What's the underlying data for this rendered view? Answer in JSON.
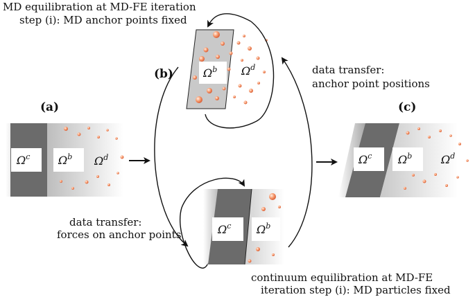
{
  "captions": {
    "md_step_line1": "MD equilibration at MD-FE iteration",
    "md_step_line2": "step (i): MD anchor points fixed",
    "transfer_positions_line1": "data transfer:",
    "transfer_positions_line2": "anchor point positions",
    "transfer_forces_line1": "data transfer:",
    "transfer_forces_line2": "forces on anchor points",
    "continuum_step_line1": "continuum equilibration at MD-FE",
    "continuum_step_line2": "iteration step (i): MD particles fixed"
  },
  "panel_labels": {
    "a": "(a)",
    "b": "(b)",
    "c": "(c)"
  },
  "regions": {
    "continuum": {
      "base": "Ω",
      "sup": "c"
    },
    "bridging": {
      "base": "Ω",
      "sup": "b"
    },
    "discrete": {
      "base": "Ω",
      "sup": "d"
    }
  },
  "colors": {
    "continuum_gray": "#6b6b6b",
    "bridging_gray": "#c4c4c4",
    "particle": "#f08a5d",
    "label_box": "#ffffff",
    "arrow": "#111111"
  }
}
